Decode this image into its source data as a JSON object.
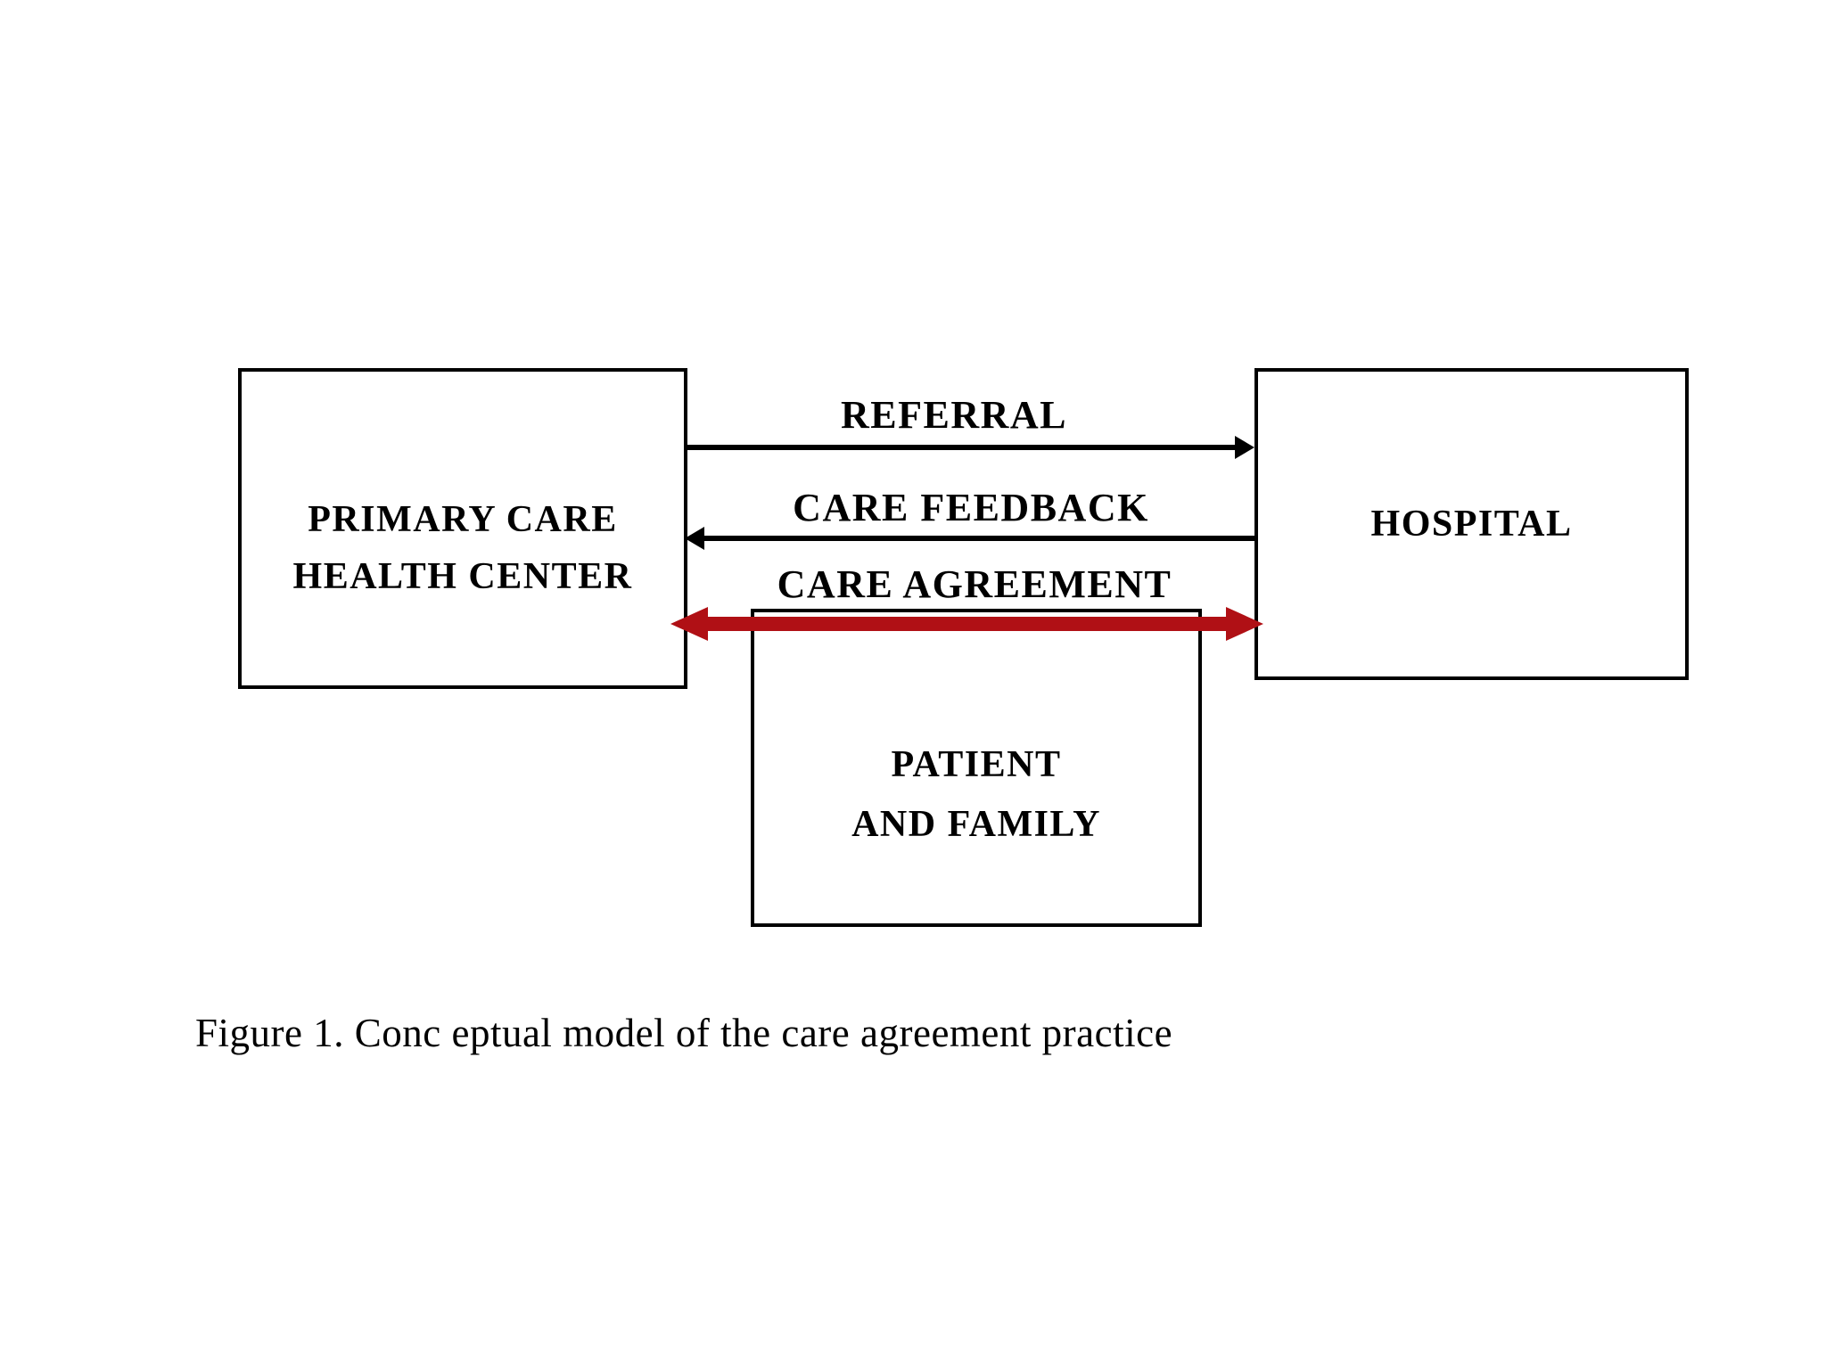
{
  "boxes": {
    "primary_care": {
      "line1": "PRIMARY CARE",
      "line2": "HEALTH CENTER"
    },
    "hospital": {
      "label": "HOSPITAL"
    },
    "patient": {
      "line1": "PATIENT",
      "line2": "AND FAMILY"
    }
  },
  "arrows": {
    "referral": {
      "label": "REFERRAL",
      "direction": "left-to-right",
      "color": "#000000"
    },
    "care_feedback": {
      "label": "CARE FEEDBACK",
      "direction": "right-to-left",
      "color": "#000000"
    },
    "care_agreement": {
      "label": "CARE AGREEMENT",
      "direction": "bidirectional",
      "color": "#b01015"
    }
  },
  "caption": "Figure 1. Conc eptual model of the care agreement practice",
  "colors": {
    "line": "#000000",
    "agreement_arrow": "#b01015",
    "background": "#ffffff"
  }
}
